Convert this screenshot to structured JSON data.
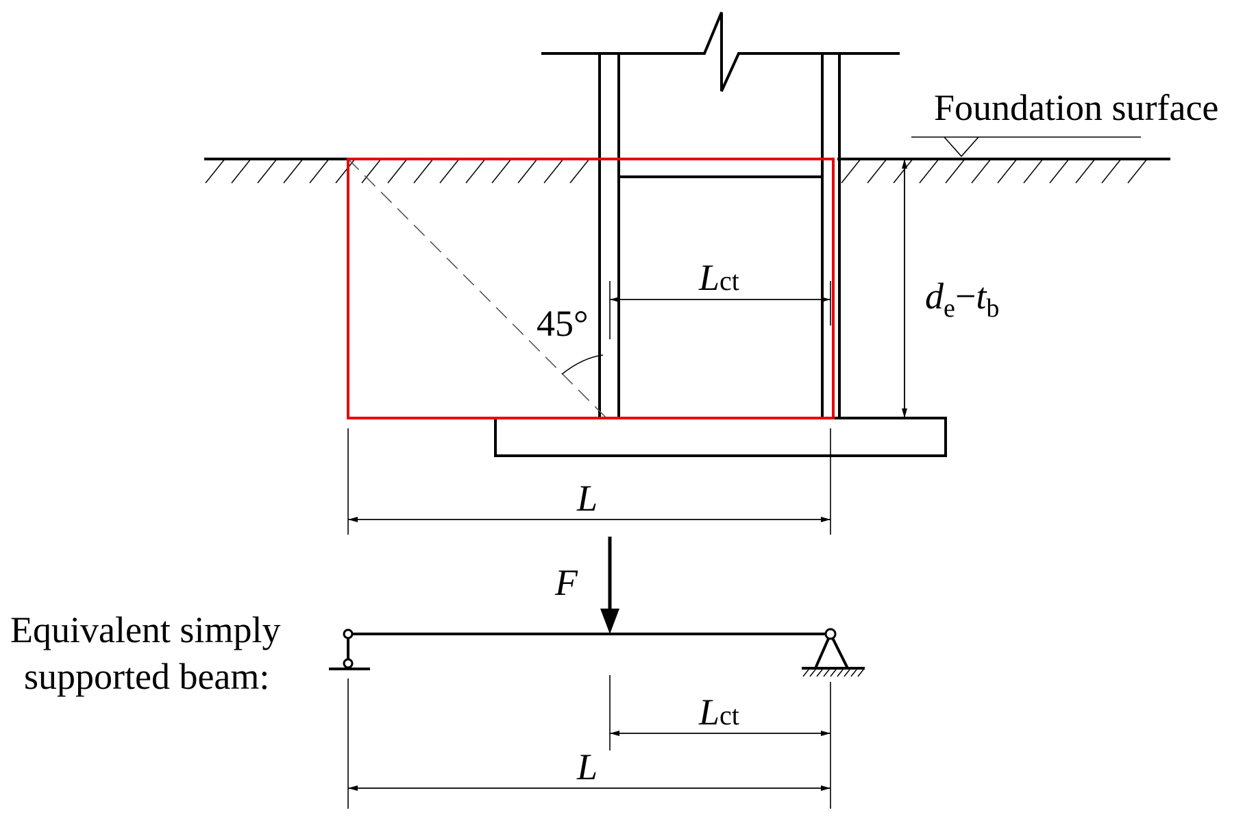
{
  "labels": {
    "foundation_surface": "Foundation surface",
    "angle": "45°",
    "lct_main": "L",
    "lct_sub": "ct",
    "de_main": "d",
    "de_sub": "e",
    "minus": "−",
    "tb_main": "t",
    "tb_sub": "b",
    "L_top": "L",
    "force": "F",
    "beam_line1": "Equivalent simply",
    "beam_line2": "supported beam:",
    "lct_beam_main": "L",
    "lct_beam_sub": "ct",
    "L_bottom": "L"
  },
  "colors": {
    "outline": "#000000",
    "highlight": "#e8000b"
  }
}
